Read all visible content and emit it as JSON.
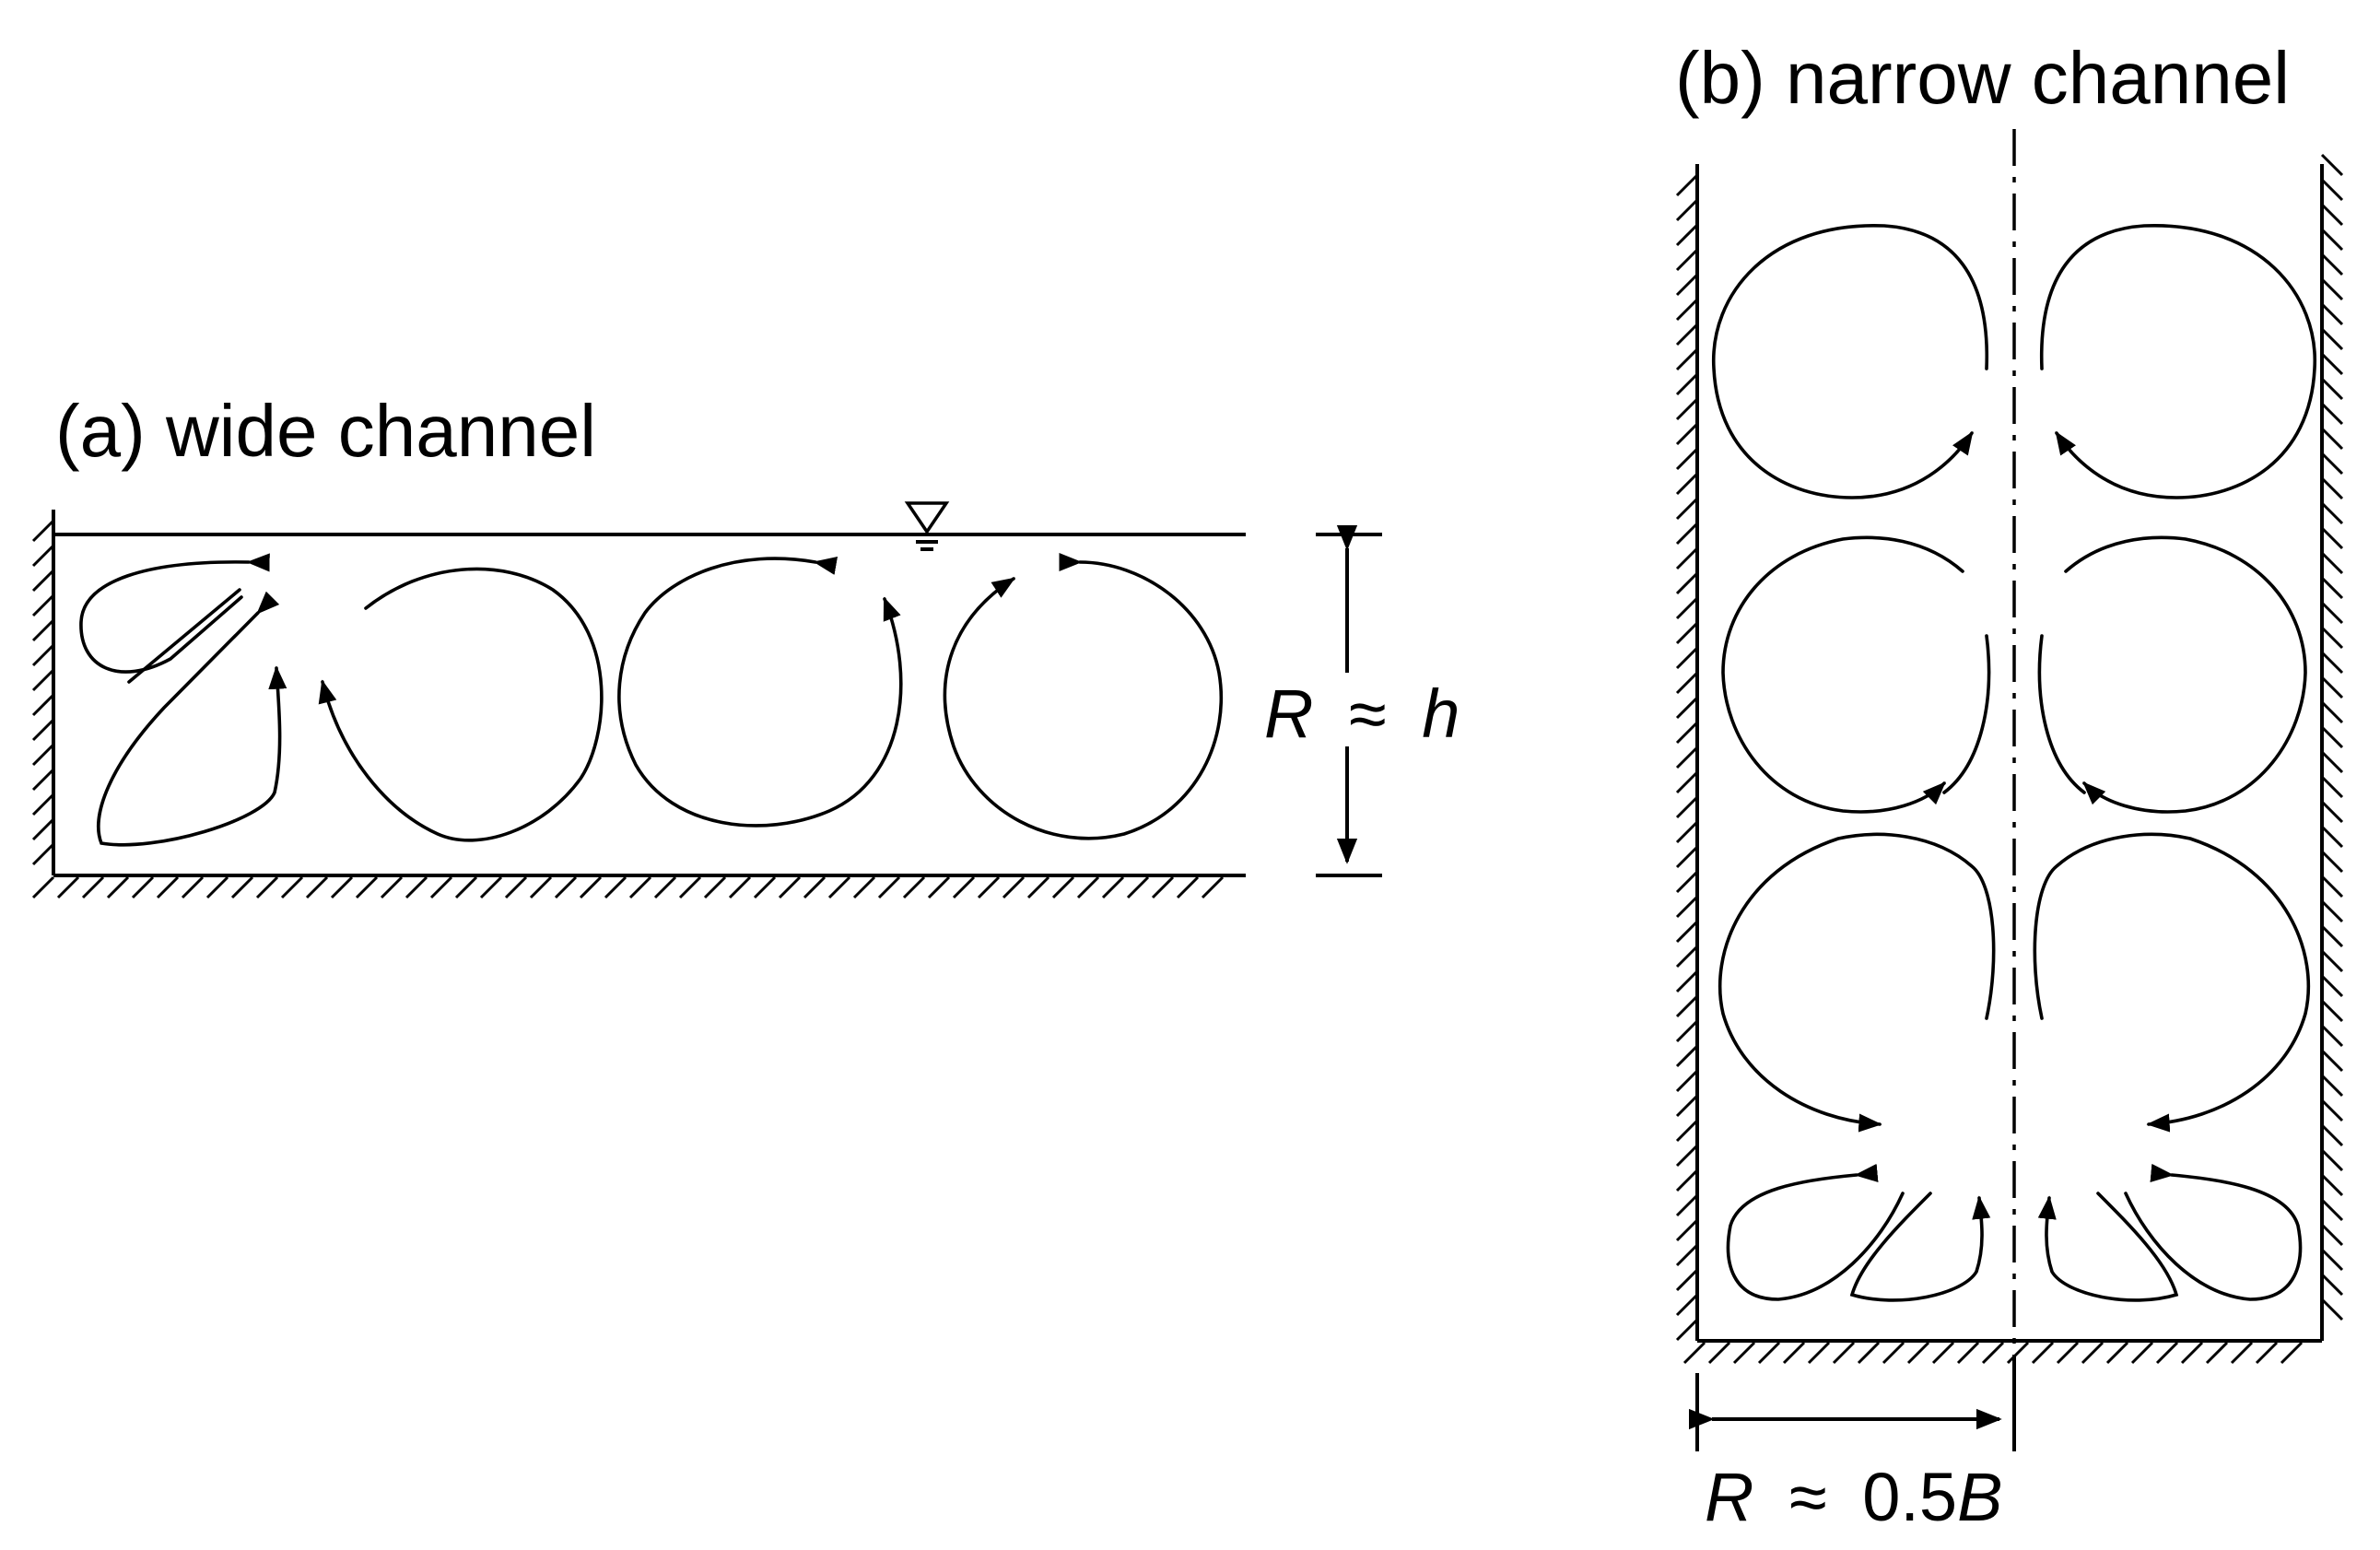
{
  "panels": {
    "a": {
      "title": "(a) wide channel",
      "dimension": {
        "symbol": "R",
        "relation": "≈",
        "value": "h"
      }
    },
    "b": {
      "title": "(b) narrow channel",
      "dimension": {
        "symbol": "R",
        "relation": "≈",
        "number": "0.5",
        "value": "B"
      }
    }
  },
  "colors": {
    "ink": "#000000",
    "background": "#ffffff"
  }
}
